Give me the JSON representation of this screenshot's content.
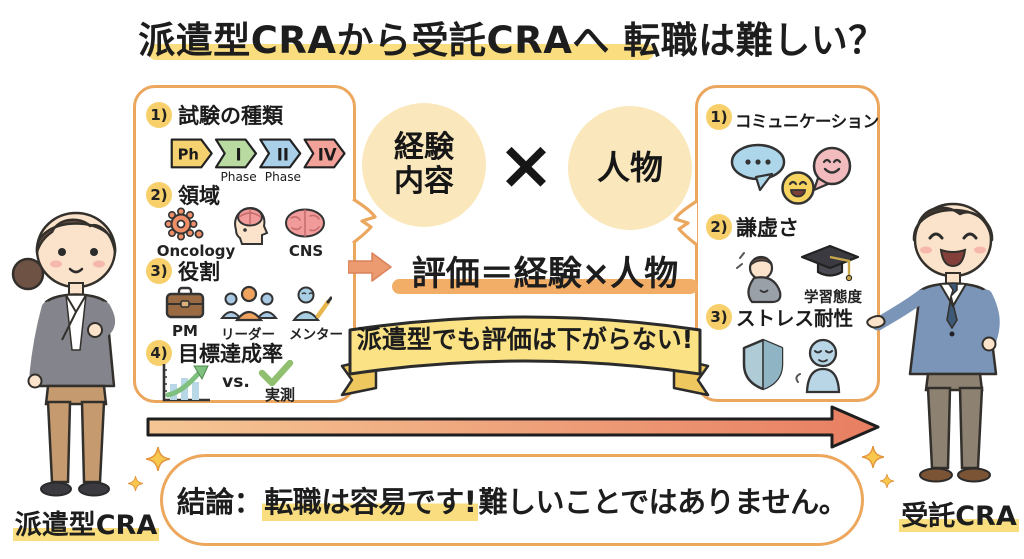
{
  "title": "派遣型CRAから受託CRAへ 転職は難しい？",
  "characters": {
    "left_label": "派遣型CRA",
    "right_label": "受託CRA"
  },
  "experience_panel": {
    "item1_num": "1)",
    "item1_label": "試験の種類",
    "phase1": "Ph",
    "phase2": "I",
    "phase3": "II",
    "phase4": "IV",
    "phase_caption1": "Phase",
    "phase_caption2": "Phase",
    "item2_num": "2)",
    "item2_label": "領域",
    "domain1": "Oncology",
    "domain2": "CNS",
    "item3_num": "3)",
    "item3_label": "役割",
    "role1": "PM",
    "role2": "リーダー",
    "role3": "メンター",
    "item4_num": "4)",
    "item4_label": "目標達成率",
    "vs": "vs.",
    "actual": "実測"
  },
  "center": {
    "circle1_line1": "経験",
    "circle1_line2": "内容",
    "multiply": "×",
    "circle2": "人物",
    "equation": "評価＝経験×人物",
    "banner": "派遣型でも評価は下がらない!"
  },
  "person_panel": {
    "item1_num": "1)",
    "item1_label": "コミュニケーション",
    "item2_num": "2)",
    "item2_label": "謙虚さ",
    "learning_label": "学習態度",
    "item3_num": "3)",
    "item3_label": "ストレス耐性"
  },
  "conclusion": {
    "prefix": "結論：",
    "highlight": "転職は容易です!",
    "suffix": " 難しいことではありません。"
  },
  "colors": {
    "accent_orange": "#ECA75F",
    "highlight_yellow": "#F9DD7E",
    "banner_yellow": "#FAE285",
    "equation_underline": "#F2AE66",
    "circle_cream": "#FAE8BC",
    "arrow_salmon_light": "#F3BE8E",
    "arrow_salmon_dark": "#E87E62",
    "phase_ph": "#F6D170",
    "phase_1": "#B9DAA1",
    "phase_2": "#A9CFE9",
    "phase_4": "#F2A298"
  }
}
